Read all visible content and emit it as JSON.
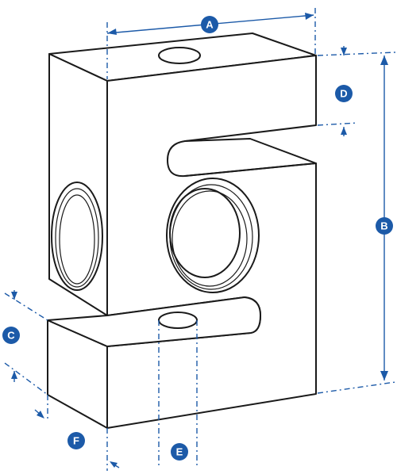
{
  "labels": {
    "a": "A",
    "b": "B",
    "c": "C",
    "d": "D",
    "e": "E",
    "f": "F"
  },
  "colors": {
    "dimension": "#1c5aa8",
    "outline": "#1a1a1a",
    "background": "#ffffff"
  }
}
